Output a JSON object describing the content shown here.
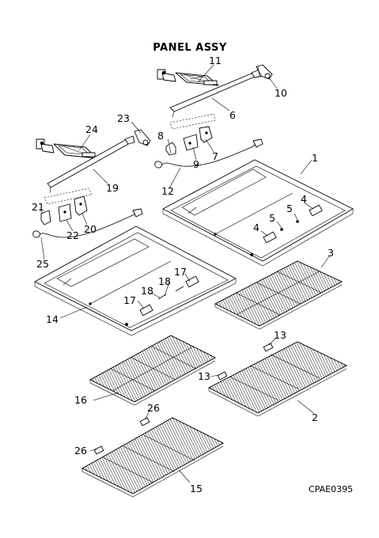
{
  "title": "PANEL ASSY",
  "drawing_code": "CPAE0395",
  "callouts": {
    "c11": "11",
    "c10": "10",
    "c6": "6",
    "c8": "8",
    "c7": "7",
    "c9": "9",
    "c12": "12",
    "c23": "23",
    "c24": "24",
    "c19": "19",
    "c1": "1",
    "c21": "21",
    "c22": "22",
    "c20": "20",
    "c25": "25",
    "c4a": "4",
    "c5a": "5",
    "c5b": "5",
    "c4b": "4",
    "c3": "3",
    "c18a": "18",
    "c17a": "17",
    "c17b": "17",
    "c18b": "18",
    "c14": "14",
    "c13a": "13",
    "c13b": "13",
    "c16": "16",
    "c2": "2",
    "c26a": "26",
    "c26b": "26",
    "c15": "15"
  }
}
